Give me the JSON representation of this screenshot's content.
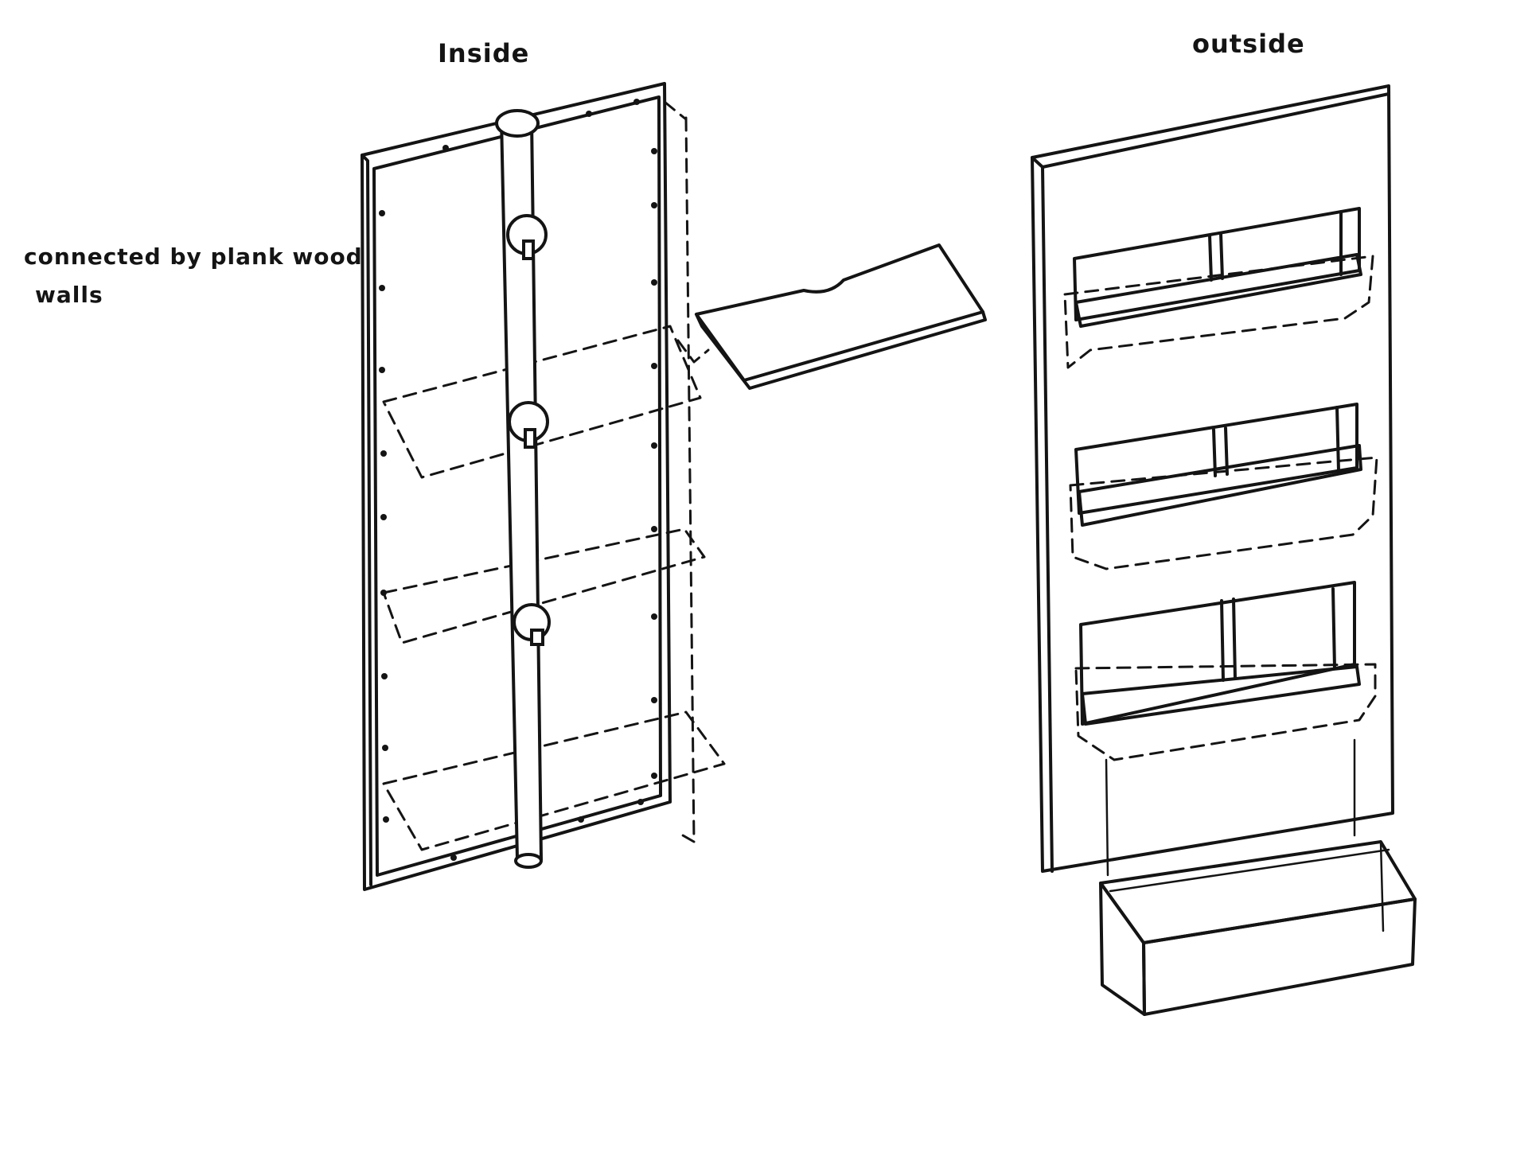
{
  "labels": {
    "inside": "Inside",
    "outside": "outside",
    "note_line1": "connected by plank wood",
    "note_line2": "walls"
  }
}
